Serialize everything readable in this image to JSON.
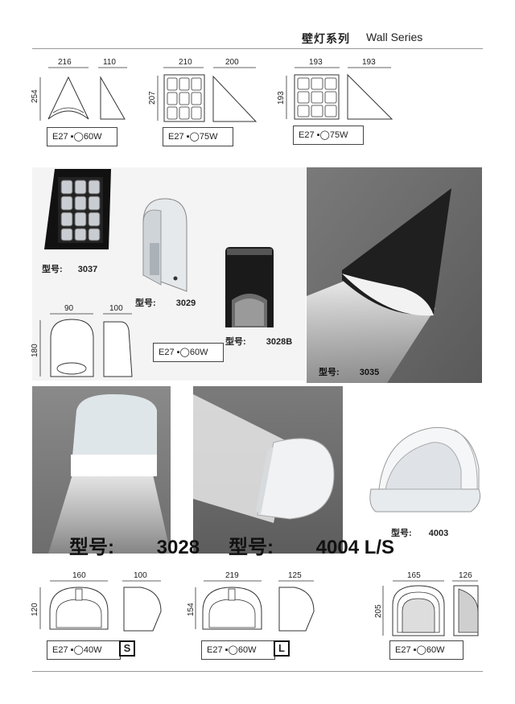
{
  "header": {
    "title_cn": "壁灯系列",
    "title_en": "Wall Series"
  },
  "row1": [
    {
      "w": "216",
      "d": "110",
      "h": "254",
      "spec": "E27",
      "watt": "60W"
    },
    {
      "w": "210",
      "d": "200",
      "h": "207",
      "spec": "E27",
      "watt": "75W"
    },
    {
      "w": "193",
      "d": "193",
      "h": "193",
      "spec": "E27",
      "watt": "75W"
    }
  ],
  "models": {
    "label": "型号:",
    "m3037": "3037",
    "m3029": "3029",
    "m3028b": "3028B",
    "m3035": "3035",
    "m4003": "4003",
    "m3028": "3028",
    "m4004": "4004 L/S"
  },
  "mid_drawing": {
    "w": "90",
    "d": "100",
    "h": "180",
    "spec": "E27",
    "watt": "60W"
  },
  "row3": [
    {
      "w": "160",
      "d": "100",
      "h": "120",
      "spec": "E27",
      "watt": "40W",
      "badge": "S"
    },
    {
      "w": "219",
      "d": "125",
      "h": "154",
      "spec": "E27",
      "watt": "60W",
      "badge": "L"
    },
    {
      "w": "165",
      "d": "126",
      "h": "205",
      "spec": "E27",
      "watt": "60W"
    }
  ]
}
